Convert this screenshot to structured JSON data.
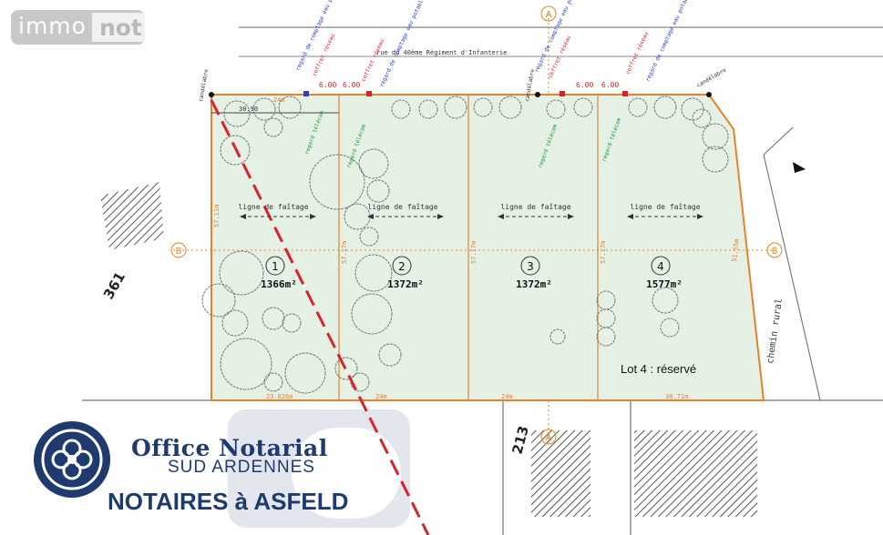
{
  "watermark": {
    "part1": "immo",
    "part2": "not"
  },
  "street": {
    "name": "rue du 40ème Régiment d'Infanterie"
  },
  "road": {
    "name": "chemin rural"
  },
  "parcels_nearby": [
    "361",
    "213"
  ],
  "survey_markers": {
    "a": "A",
    "b": "B"
  },
  "lots": [
    {
      "number": "1",
      "area": "1366m²",
      "ridge": ""
    },
    {
      "number": "2",
      "area": "1372m²",
      "ridge": "ligne de faîtage"
    },
    {
      "number": "3",
      "area": "1372m²",
      "ridge": "ligne de faîtage"
    },
    {
      "number": "4",
      "area": "1577m²",
      "ridge": "ligne de faîtage"
    }
  ],
  "lot1_ridge": "ligne de faîtage",
  "lot_note": "Lot 4 : réservé",
  "dimensions": {
    "top_a": "30.90",
    "top_b": "24m",
    "side_1": "57.11m",
    "side_2": "57.17m",
    "side_3": "57.17m",
    "side_4": "57.17m",
    "right": "51.55m",
    "bottom_1": "23.826m",
    "bottom_2": "24m",
    "bottom_3": "24m",
    "bottom_4": "30.71m",
    "offsets": [
      "6.00",
      "6.00",
      "6.00",
      "6.00"
    ]
  },
  "utilities": {
    "meter": "regard de comptage eau potable",
    "cabinet": "coffret réseau",
    "telecom": "regard télécom",
    "corner": "candélabre"
  },
  "colors": {
    "lot_fill": "#e6f1e6",
    "boundary": "#e8822a",
    "overhead_line": "#d8232a",
    "utility_blue": "#2741c9",
    "utility_red": "#d8232a",
    "utility_green": "#1a9a3a",
    "brand": "#1f3a6e"
  },
  "notary": {
    "title": "Office Notarial",
    "subtitle": "SUD ARDENNES",
    "town": "NOTAIRES à ASFELD"
  }
}
